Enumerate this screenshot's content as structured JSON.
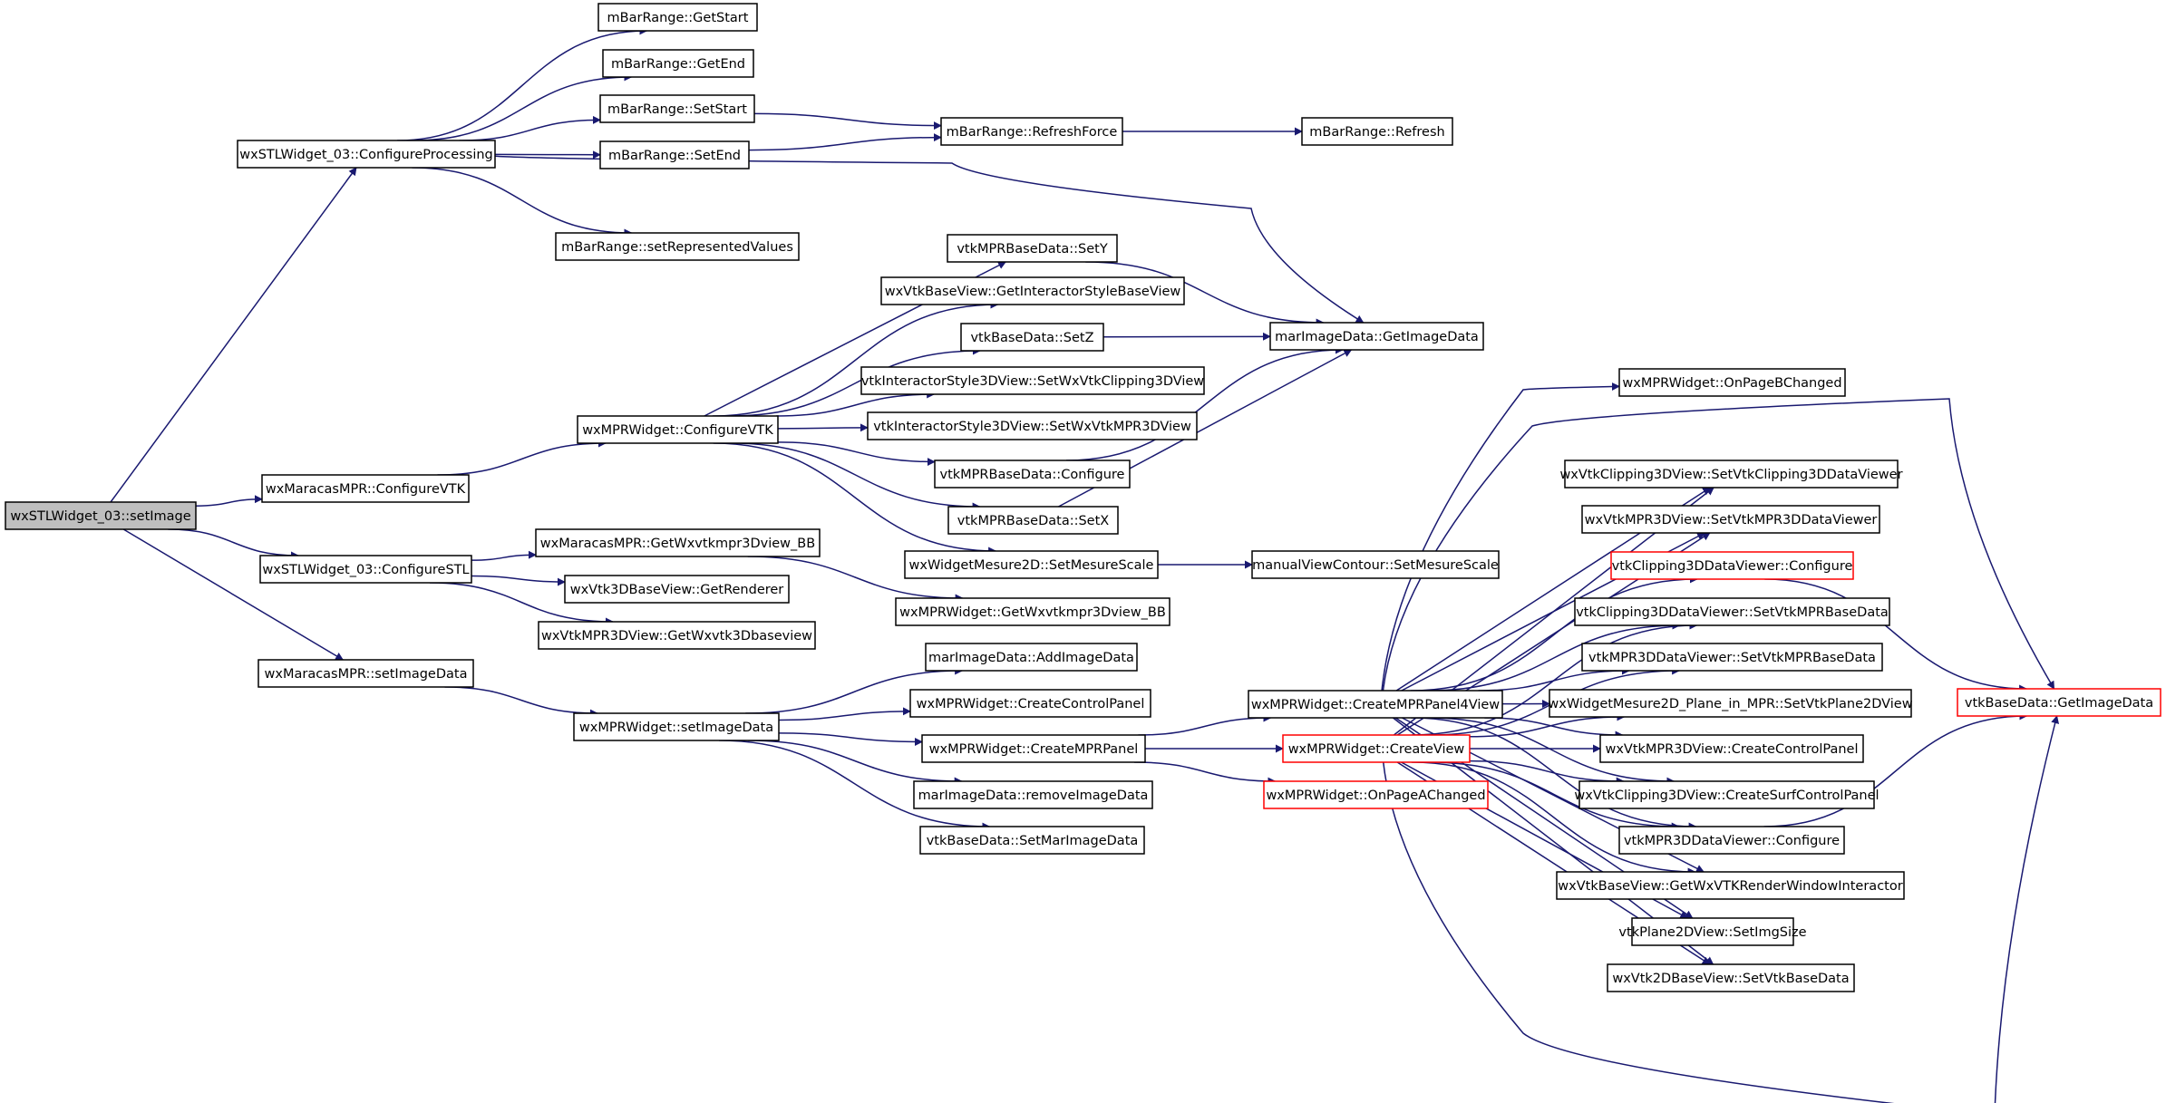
{
  "graph": {
    "edge_color": "#191970",
    "truncated_border_color": "#ff0000",
    "root_fill_color": "#bfbfbf",
    "nodes": [
      {
        "id": "setImage",
        "label": "wxSTLWidget_03::setImage",
        "root": true
      },
      {
        "id": "cfgProc",
        "label": "wxSTLWidget_03::ConfigureProcessing"
      },
      {
        "id": "mcfgVTK",
        "label": "wxMaracasMPR::ConfigureVTK"
      },
      {
        "id": "cfgSTL",
        "label": "wxSTLWidget_03::ConfigureSTL"
      },
      {
        "id": "msetImgData",
        "label": "wxMaracasMPR::setImageData"
      },
      {
        "id": "getStart",
        "label": "mBarRange::GetStart"
      },
      {
        "id": "getEnd",
        "label": "mBarRange::GetEnd"
      },
      {
        "id": "setStart",
        "label": "mBarRange::SetStart"
      },
      {
        "id": "setEnd",
        "label": "mBarRange::SetEnd"
      },
      {
        "id": "setRepr",
        "label": "mBarRange::setRepresentedValues"
      },
      {
        "id": "refreshForce",
        "label": "mBarRange::RefreshForce"
      },
      {
        "id": "refresh",
        "label": "mBarRange::Refresh"
      },
      {
        "id": "wcfgVTK",
        "label": "wxMPRWidget::ConfigureVTK"
      },
      {
        "id": "getWxBB",
        "label": "wxMaracasMPR::GetWxvtkmpr3Dview_BB"
      },
      {
        "id": "getRenderer",
        "label": "wxVtk3DBaseView::GetRenderer"
      },
      {
        "id": "getWxBase",
        "label": "wxVtkMPR3DView::GetWxvtk3Dbaseview"
      },
      {
        "id": "wsetImgData",
        "label": "wxMPRWidget::setImageData"
      },
      {
        "id": "setY",
        "label": "vtkMPRBaseData::SetY"
      },
      {
        "id": "getISBV",
        "label": "wxVtkBaseView::GetInteractorStyleBaseView"
      },
      {
        "id": "setZ",
        "label": "vtkBaseData::SetZ"
      },
      {
        "id": "setWxClip",
        "label": "vtkInteractorStyle3DView::SetWxVtkClipping3DView"
      },
      {
        "id": "setWxMPR",
        "label": "vtkInteractorStyle3DView::SetWxVtkMPR3DView"
      },
      {
        "id": "mprCfg",
        "label": "vtkMPRBaseData::Configure"
      },
      {
        "id": "setX",
        "label": "vtkMPRBaseData::SetX"
      },
      {
        "id": "setMesScale",
        "label": "wxWidgetMesure2D::SetMesureScale"
      },
      {
        "id": "wGetBB",
        "label": "wxMPRWidget::GetWxvtkmpr3Dview_BB"
      },
      {
        "id": "addImg",
        "label": "marImageData::AddImageData"
      },
      {
        "id": "createCtrl",
        "label": "wxMPRWidget::CreateControlPanel"
      },
      {
        "id": "createMPR",
        "label": "wxMPRWidget::CreateMPRPanel"
      },
      {
        "id": "removeImg",
        "label": "marImageData::removeImageData"
      },
      {
        "id": "setMarImg",
        "label": "vtkBaseData::SetMarImageData"
      },
      {
        "id": "getImgData",
        "label": "marImageData::GetImageData"
      },
      {
        "id": "manSetMes",
        "label": "manualViewContour::SetMesureScale"
      },
      {
        "id": "createMPR4",
        "label": "wxMPRWidget::CreateMPRPanel4View"
      },
      {
        "id": "createView",
        "label": "wxMPRWidget::CreateView",
        "truncated": true
      },
      {
        "id": "onPageA",
        "label": "wxMPRWidget::OnPageAChanged",
        "truncated": true
      },
      {
        "id": "onPageB",
        "label": "wxMPRWidget::OnPageBChanged"
      },
      {
        "id": "setClipViewer",
        "label": "wxVtkClipping3DView::SetVtkClipping3DDataViewer"
      },
      {
        "id": "setMPRViewer",
        "label": "wxVtkMPR3DView::SetVtkMPR3DDataViewer"
      },
      {
        "id": "clipCfg",
        "label": "vtkClipping3DDataViewer::Configure",
        "truncated": true
      },
      {
        "id": "clipSetBase",
        "label": "vtkClipping3DDataViewer::SetVtkMPRBaseData"
      },
      {
        "id": "mprSetBase",
        "label": "vtkMPR3DDataViewer::SetVtkMPRBaseData"
      },
      {
        "id": "setPlane",
        "label": "wxWidgetMesure2D_Plane_in_MPR::SetVtkPlane2DView"
      },
      {
        "id": "mprCreateCtrl",
        "label": "wxVtkMPR3DView::CreateControlPanel"
      },
      {
        "id": "clipCreateSurf",
        "label": "wxVtkClipping3DView::CreateSurfControlPanel"
      },
      {
        "id": "mprViewerCfg",
        "label": "vtkMPR3DDataViewer::Configure"
      },
      {
        "id": "getRWI",
        "label": "wxVtkBaseView::GetWxVTKRenderWindowInteractor"
      },
      {
        "id": "setImgSize",
        "label": "vtkPlane2DView::SetImgSize"
      },
      {
        "id": "setVtkBase",
        "label": "wxVtk2DBaseView::SetVtkBaseData"
      },
      {
        "id": "vtkGetImg",
        "label": "vtkBaseData::GetImageData",
        "truncated": true
      }
    ]
  }
}
